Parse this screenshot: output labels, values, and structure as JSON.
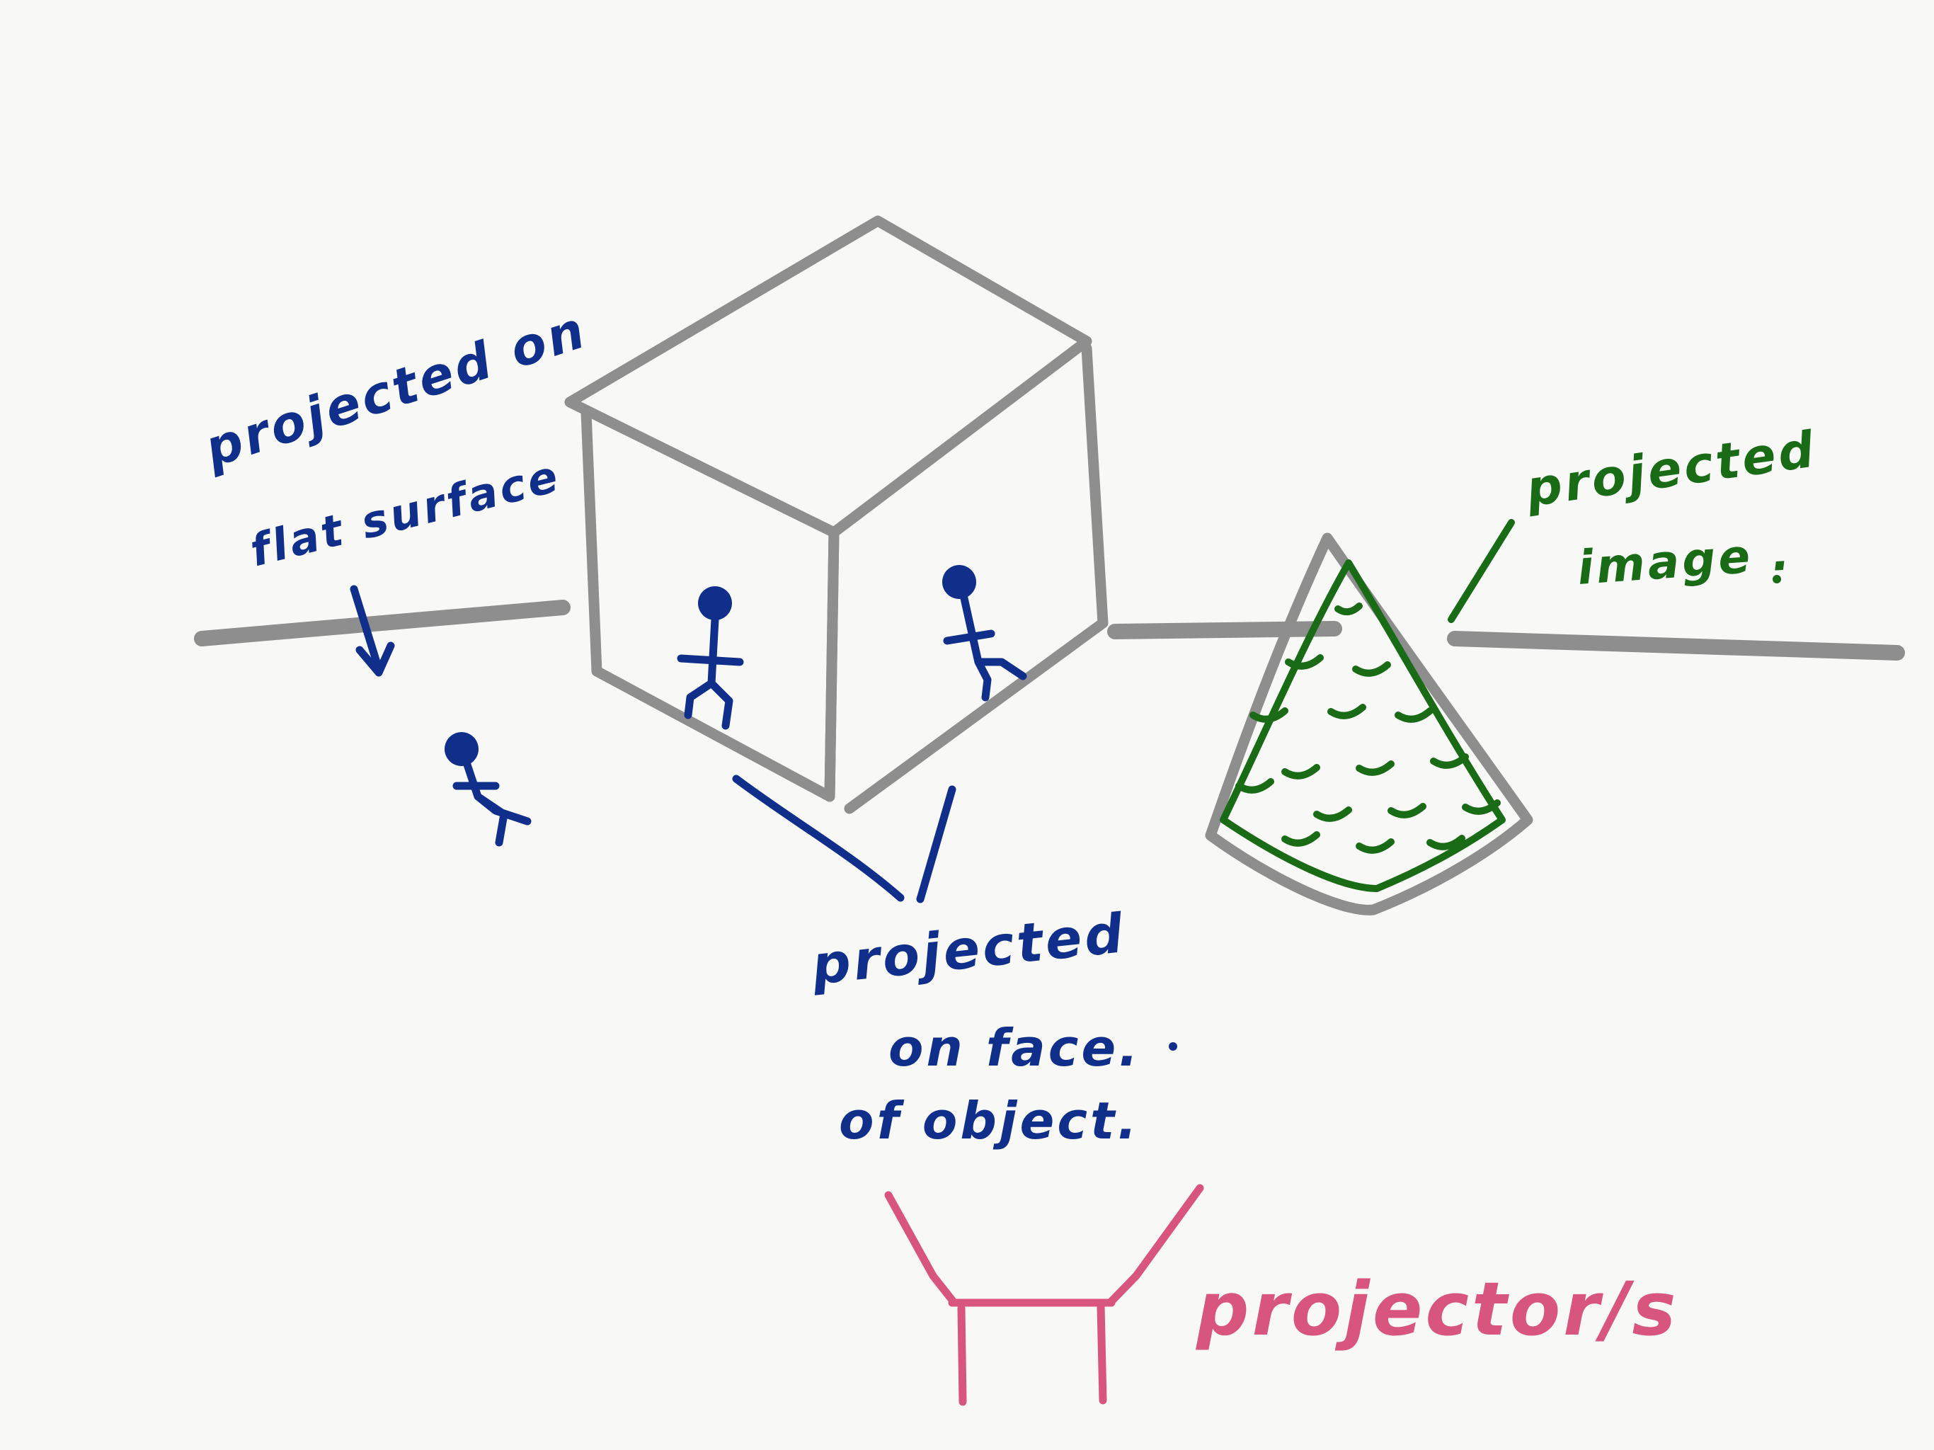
{
  "labels": {
    "flat_line1": "projected on",
    "flat_line2": "flat surface",
    "face_line1": "projected",
    "face_line2": "on face.",
    "face_line3": "of object.",
    "image_line1": "projected",
    "image_line2": "image .",
    "projector": "projector/s"
  },
  "colors": {
    "blue_ink": "#0f2f8a",
    "green_ink": "#1a6b16",
    "pink_ink": "#d8557e",
    "gray_ink": "#8e8e8e",
    "paper": "#f8f8f7"
  }
}
